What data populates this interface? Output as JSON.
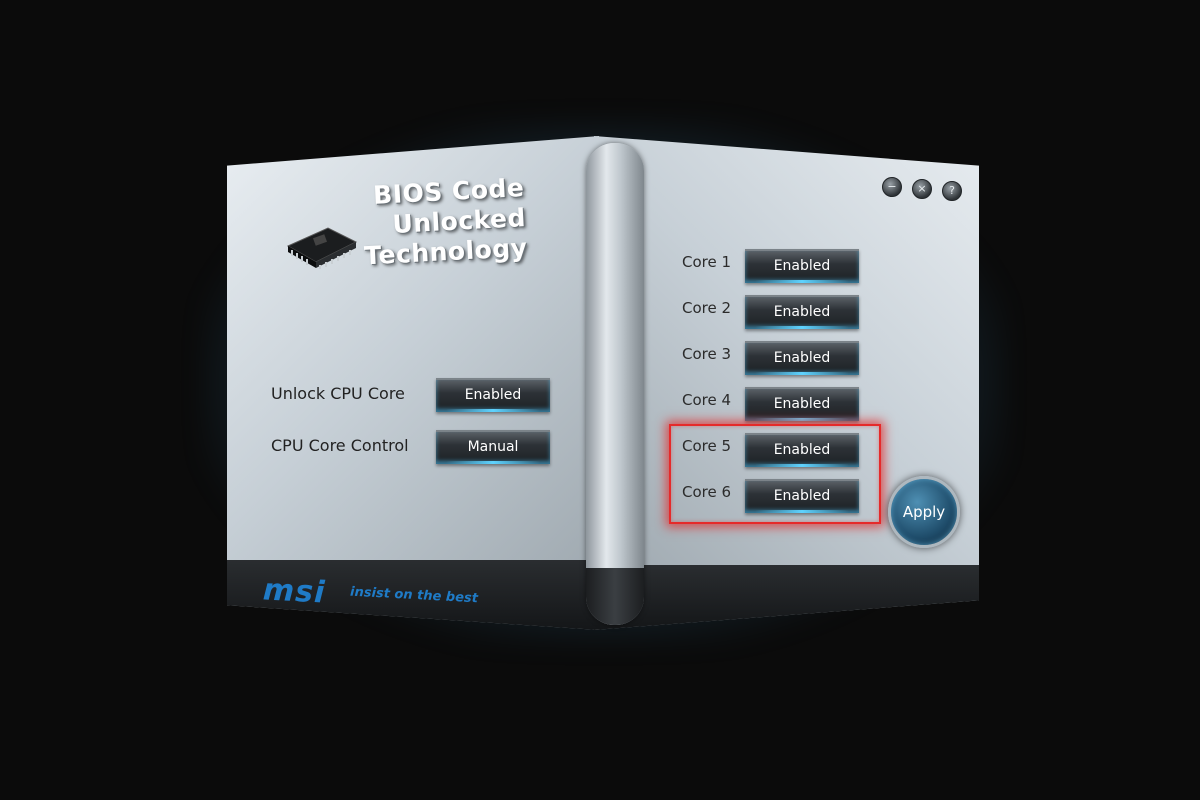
{
  "branding": {
    "title_line1": "BIOS Code Unlocked",
    "title_line2": "Technology",
    "logo_text": "msi",
    "tagline": "insist on the best"
  },
  "window_controls": [
    {
      "name": "minimize-button",
      "glyph": "−"
    },
    {
      "name": "close-button",
      "glyph": "×"
    },
    {
      "name": "help-button",
      "glyph": "?"
    }
  ],
  "left_settings": [
    {
      "label": "Unlock CPU Core",
      "value": "Enabled"
    },
    {
      "label": "CPU Core Control",
      "value": "Manual"
    }
  ],
  "cores": [
    {
      "label": "Core 1",
      "value": "Enabled"
    },
    {
      "label": "Core 2",
      "value": "Enabled"
    },
    {
      "label": "Core 3",
      "value": "Enabled"
    },
    {
      "label": "Core 4",
      "value": "Enabled"
    },
    {
      "label": "Core 5",
      "value": "Enabled"
    },
    {
      "label": "Core 6",
      "value": "Enabled"
    }
  ],
  "highlighted_cores": [
    "Core 5",
    "Core 6"
  ],
  "apply_label": "Apply",
  "colors": {
    "background": "#0b0b0b",
    "glow": "#78d2f5",
    "highlight": "#e52a2a",
    "accent_blue": "#1f7bc7"
  }
}
